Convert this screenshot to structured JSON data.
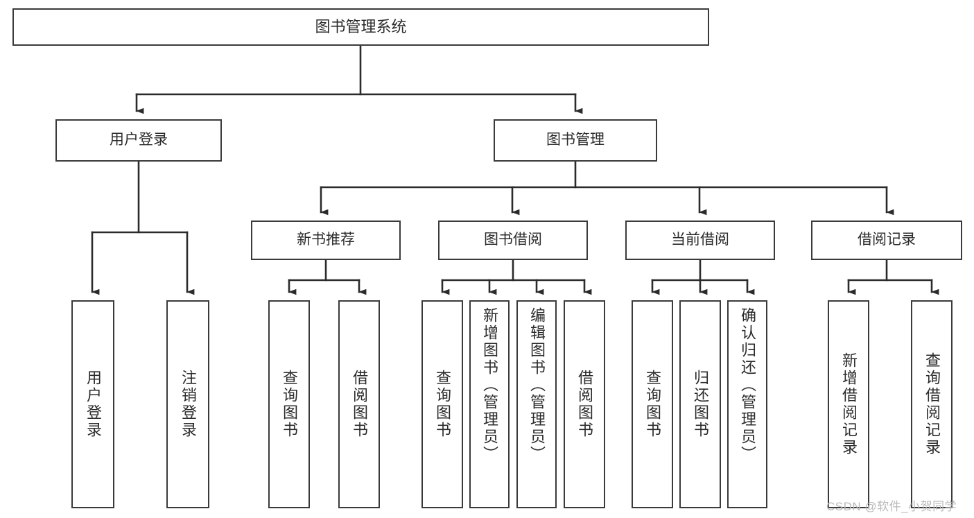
{
  "diagram": {
    "type": "tree",
    "title": "图书管理系统",
    "colors": {
      "border": "#3a3a3a",
      "text": "#2b2b2b",
      "background": "#ffffff",
      "watermark": "#b9b9b9"
    },
    "nodes": {
      "root": {
        "label": "图书管理系统",
        "orientation": "horizontal"
      },
      "level2": [
        {
          "id": "user-login",
          "label": "用户登录",
          "orientation": "horizontal"
        },
        {
          "id": "book-management",
          "label": "图书管理",
          "orientation": "horizontal"
        }
      ],
      "level3": [
        {
          "id": "new-book-recommend",
          "label": "新书推荐",
          "orientation": "horizontal"
        },
        {
          "id": "book-borrow",
          "label": "图书借阅",
          "orientation": "horizontal"
        },
        {
          "id": "current-borrow",
          "label": "当前借阅",
          "orientation": "horizontal"
        },
        {
          "id": "borrow-record",
          "label": "借阅记录",
          "orientation": "horizontal"
        }
      ],
      "leaves": [
        {
          "id": "leaf-user-login",
          "label": "用户登录",
          "parent": "user-login",
          "orientation": "vertical"
        },
        {
          "id": "leaf-user-logout",
          "label": "注销登录",
          "parent": "user-login",
          "orientation": "vertical"
        },
        {
          "id": "leaf-query-book-1",
          "label": "查询图书",
          "parent": "new-book-recommend",
          "orientation": "vertical"
        },
        {
          "id": "leaf-borrow-book-1",
          "label": "借阅图书",
          "parent": "new-book-recommend",
          "orientation": "vertical"
        },
        {
          "id": "leaf-query-book-2",
          "label": "查询图书",
          "parent": "book-borrow",
          "orientation": "vertical"
        },
        {
          "id": "leaf-add-book-admin",
          "label": "新增图书（管理员）",
          "parent": "book-borrow",
          "orientation": "vertical"
        },
        {
          "id": "leaf-edit-book-admin",
          "label": "编辑图书（管理员）",
          "parent": "book-borrow",
          "orientation": "vertical"
        },
        {
          "id": "leaf-borrow-book-2",
          "label": "借阅图书",
          "parent": "book-borrow",
          "orientation": "vertical"
        },
        {
          "id": "leaf-query-book-3",
          "label": "查询图书",
          "parent": "current-borrow",
          "orientation": "vertical"
        },
        {
          "id": "leaf-return-book",
          "label": "归还图书",
          "parent": "current-borrow",
          "orientation": "vertical"
        },
        {
          "id": "leaf-confirm-return-admin",
          "label": "确认归还（管理员）",
          "parent": "current-borrow",
          "orientation": "vertical"
        },
        {
          "id": "leaf-add-borrow-record",
          "label": "新增借阅记录",
          "parent": "borrow-record",
          "orientation": "vertical"
        },
        {
          "id": "leaf-query-borrow-record",
          "label": "查询借阅记录",
          "parent": "borrow-record",
          "orientation": "vertical"
        }
      ]
    },
    "watermark": "CSDN @软件_小贺同学"
  }
}
